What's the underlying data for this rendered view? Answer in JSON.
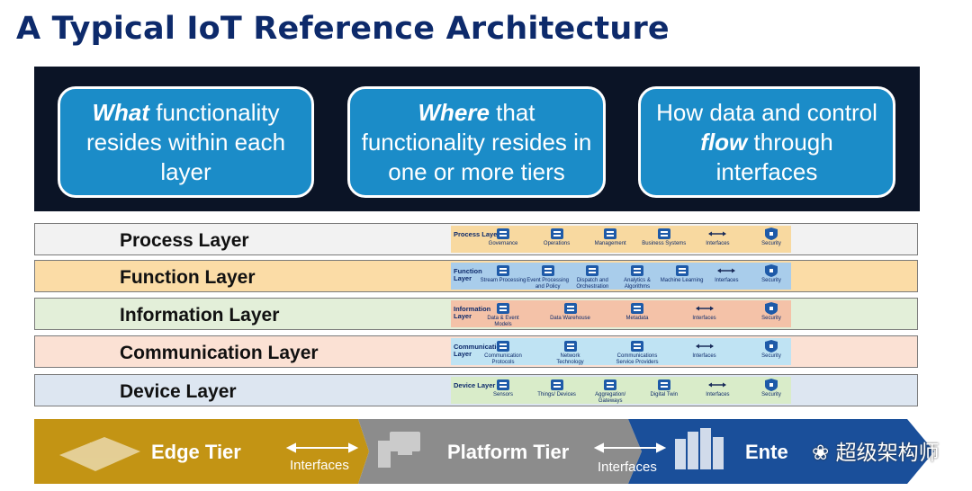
{
  "title": "A Typical IoT Reference Architecture",
  "bubbles": [
    {
      "em": "What",
      "rest": " functionality resides within each layer"
    },
    {
      "em": "Where",
      "rest": " that functionality resides in one or more tiers"
    },
    {
      "pre": "How data and control ",
      "em": "flow",
      "rest": " through interfaces"
    }
  ],
  "layers": [
    {
      "name": "Process Layer",
      "bg": "#f2f2f2",
      "strip_bg": "#f8d9a0",
      "strip_title": "Process Layer",
      "cells": [
        {
          "icon": "governance-icon",
          "label": "Governance"
        },
        {
          "icon": "operations-icon",
          "label": "Operations"
        },
        {
          "icon": "management-icon",
          "label": "Management"
        },
        {
          "icon": "business-systems-icon",
          "label": "Business Systems"
        },
        {
          "icon": "interfaces-arrow-icon",
          "label": "Interfaces"
        },
        {
          "icon": "security-shield-icon",
          "label": "Security"
        }
      ]
    },
    {
      "name": "Function Layer",
      "bg": "#fbdca6",
      "strip_bg": "#a9cdeb",
      "strip_title": "Function Layer",
      "cells": [
        {
          "icon": "stream-processing-icon",
          "label": "Stream Processing"
        },
        {
          "icon": "event-processing-icon",
          "label": "Event Processing and Policy"
        },
        {
          "icon": "dispatch-icon",
          "label": "Dispatch and Orchestration"
        },
        {
          "icon": "analytics-icon",
          "label": "Analytics & Algorithms"
        },
        {
          "icon": "machine-learning-icon",
          "label": "Machine Learning"
        },
        {
          "icon": "interfaces-arrow-icon",
          "label": "Interfaces"
        },
        {
          "icon": "security-shield-icon",
          "label": "Security"
        }
      ]
    },
    {
      "name": "Information Layer",
      "bg": "#e3efd9",
      "strip_bg": "#f4c2a8",
      "strip_title": "Information Layer",
      "cells": [
        {
          "icon": "data-event-models-icon",
          "label": "Data & Event Models"
        },
        {
          "icon": "data-warehouse-icon",
          "label": "Data Warehouse"
        },
        {
          "icon": "metadata-icon",
          "label": "Metadata"
        },
        {
          "icon": "interfaces-arrow-icon",
          "label": "Interfaces"
        },
        {
          "icon": "security-shield-icon",
          "label": "Security"
        }
      ]
    },
    {
      "name": "Communication Layer",
      "bg": "#fbe1d4",
      "strip_bg": "#bfe3f3",
      "strip_title": "Communication Layer",
      "cells": [
        {
          "icon": "communication-protocols-icon",
          "label": "Communication Protocols"
        },
        {
          "icon": "network-technology-icon",
          "label": "Network Technology"
        },
        {
          "icon": "service-providers-icon",
          "label": "Communications Service Providers"
        },
        {
          "icon": "interfaces-arrow-icon",
          "label": "Interfaces"
        },
        {
          "icon": "security-shield-icon",
          "label": "Security"
        }
      ]
    },
    {
      "name": "Device Layer",
      "bg": "#dde6f1",
      "strip_bg": "#d9ecc9",
      "strip_title": "Device Layer",
      "cells": [
        {
          "icon": "sensors-icon",
          "label": "Sensors"
        },
        {
          "icon": "things-devices-icon",
          "label": "Things/ Devices"
        },
        {
          "icon": "aggregation-gateways-icon",
          "label": "Aggregation/ Gateways"
        },
        {
          "icon": "digital-twin-icon",
          "label": "Digital Twin"
        },
        {
          "icon": "interfaces-arrow-icon",
          "label": "Interfaces"
        },
        {
          "icon": "security-shield-icon",
          "label": "Security"
        }
      ]
    }
  ],
  "tiers": {
    "edge": {
      "label": "Edge Tier",
      "color": "#c39414"
    },
    "platform": {
      "label": "Platform Tier",
      "color": "#8c8c8c"
    },
    "enterprise": {
      "label": "Ente",
      "color": "#1a4f9a"
    },
    "interfaces_1": "Interfaces",
    "interfaces_2": "Interfaces"
  },
  "watermark": "超级架构师"
}
